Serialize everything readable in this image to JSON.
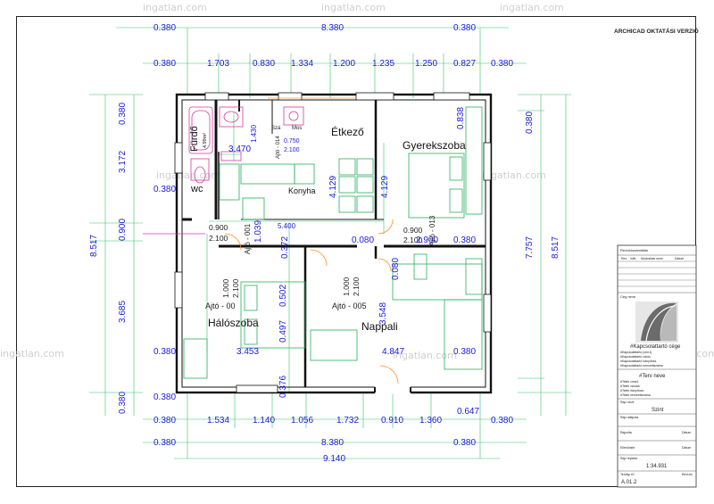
{
  "header": {
    "edition": "ARCHICAD OKTATÁSI VERZIÓ"
  },
  "watermark": {
    "text": "ingatlan.com"
  },
  "dims": {
    "top1": [
      "0.380",
      "8.380",
      "0.380"
    ],
    "top2": [
      "0.380",
      "1.703",
      "0.830",
      "1.334",
      "1.200",
      "1.235",
      "1.250",
      "0.827",
      "0.380"
    ],
    "bot1": [
      "0.380",
      "1.534",
      "1.140",
      "1.056",
      "1.732",
      "0.910",
      "1.360",
      "0.647",
      "0.380"
    ],
    "bot2": [
      "0.380",
      "8.380",
      "0.380"
    ],
    "bot3": "9.140",
    "left_outer": "8.517",
    "left1": [
      "0.380",
      "3.172",
      "0.380",
      "0.900",
      "3.685",
      "0.380",
      "0.380"
    ],
    "right_outer": "8.517",
    "right1": [
      "0.380",
      "0.838",
      "7.757",
      "0.380"
    ],
    "inner": {
      "h1430": "1.430",
      "h3470": "3.470",
      "h750": "0.750",
      "h100": "2.100",
      "et4129": "4.129",
      "gy4129": "4.129",
      "w5400": "5.400",
      "d0900a": "0.900",
      "d2100a": "2.100",
      "d0900b": "0.900",
      "d2100b": "2.100",
      "v1039": "1.039",
      "v0372": "0.372",
      "v0080a": "0.080",
      "g2900": "2.900",
      "g0380": "0.380",
      "v0080b": "0.080",
      "h1000a": "1.000",
      "h2100a": "2.100",
      "v0502": "0.502",
      "h1000b": "1.000",
      "h2100b": "2.100",
      "n3548": "3.548",
      "h3453": "3.453",
      "v0497": "0.497",
      "n4847": "4.847",
      "n0380": "0.380",
      "v0376": "0.376",
      "l0380": "0.380"
    }
  },
  "rooms": {
    "furdo": "Fürdő",
    "wc": "wc",
    "etkezo": "Étkező",
    "konyha": "Konyha",
    "gyerekszoba": "Gyerekszoba",
    "haloszoba": "Hálószoba",
    "nappali": "Nappali"
  },
  "labels": {
    "furdo_area": "4.99m²",
    "sza": "Szá",
    "mos": "Mos",
    "ajto014": "Ajtó - 014",
    "ajto001": "Ajtó - 001",
    "ajto013": "Ajtó - 013",
    "ajto00": "Ajtó - 00",
    "ajto005": "Ajtó - 005"
  },
  "titleblock": {
    "revision_header": "Revíziószámlálás",
    "rev_cols": [
      "Rev.",
      "Vált.",
      "Módosítás neve",
      "Dátum"
    ],
    "company_label": "Cég neve",
    "company_name": "#Kapcsolattartó cége",
    "company_lines": [
      "#Kapcsolattartó (cím1)",
      "#Kapcsolattartó város",
      "#Kapcsolattartó irányítósz.",
      "#Kapcsolattartó nemzetiszáma"
    ],
    "project_name": "#Terv neve",
    "project_lines": [
      "#Telek címe1",
      "#Telek városa",
      "#Telek irányítósz.",
      "#Telek nemzetiszáma"
    ],
    "drawing_name_label": "Rajz neve",
    "drawing_name": "Szint",
    "status_label": "Rajz állapota",
    "drawn_label": "Rajzolta",
    "checked_label": "Ellenőrizte",
    "date_label": "Dátum",
    "scale_label": "Rajz léptéke",
    "scale": "1:34.931",
    "plan_id_label": "Tervlap ID",
    "revision_label": "Revízió",
    "plan_id": "A.01.2"
  }
}
